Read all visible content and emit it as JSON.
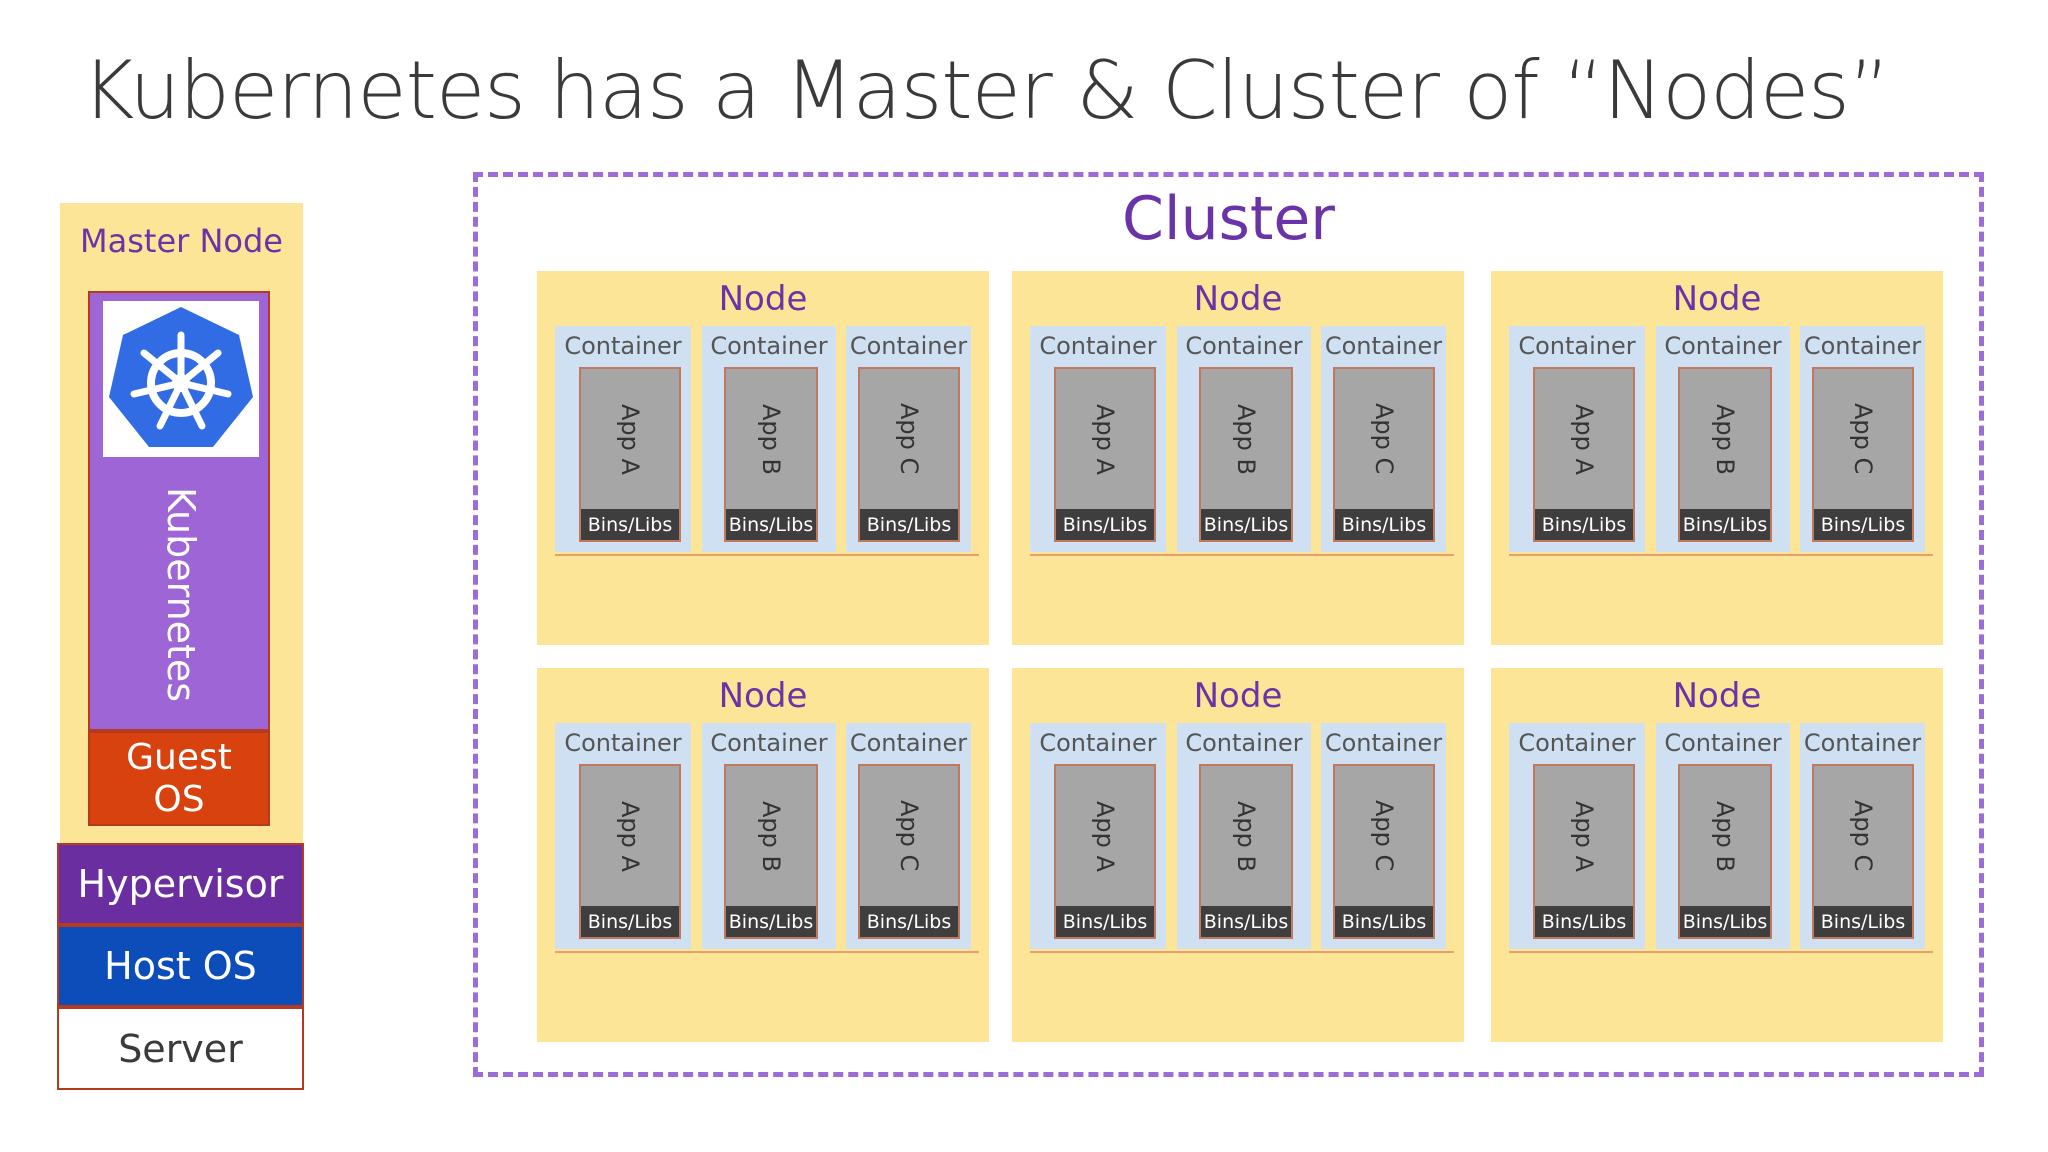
{
  "title": "Kubernetes has a Master & Cluster of “Nodes”",
  "master": {
    "label": "Master Node",
    "kubernetes_label": "Kubernetes",
    "logo_icon": "kubernetes-helm-icon",
    "guest_os": "Guest OS",
    "hypervisor": "Hypervisor",
    "host_os": "Host OS",
    "server": "Server"
  },
  "cluster": {
    "label": "Cluster",
    "nodes": [
      {
        "label": "Node",
        "containers": [
          {
            "label": "Container",
            "app": "App A",
            "libs": "Bins/Libs"
          },
          {
            "label": "Container",
            "app": "App B",
            "libs": "Bins/Libs"
          },
          {
            "label": "Container",
            "app": "App C",
            "libs": "Bins/Libs"
          }
        ]
      },
      {
        "label": "Node",
        "containers": [
          {
            "label": "Container",
            "app": "App A",
            "libs": "Bins/Libs"
          },
          {
            "label": "Container",
            "app": "App B",
            "libs": "Bins/Libs"
          },
          {
            "label": "Container",
            "app": "App C",
            "libs": "Bins/Libs"
          }
        ]
      },
      {
        "label": "Node",
        "containers": [
          {
            "label": "Container",
            "app": "App A",
            "libs": "Bins/Libs"
          },
          {
            "label": "Container",
            "app": "App B",
            "libs": "Bins/Libs"
          },
          {
            "label": "Container",
            "app": "App C",
            "libs": "Bins/Libs"
          }
        ]
      },
      {
        "label": "Node",
        "containers": [
          {
            "label": "Container",
            "app": "App A",
            "libs": "Bins/Libs"
          },
          {
            "label": "Container",
            "app": "App B",
            "libs": "Bins/Libs"
          },
          {
            "label": "Container",
            "app": "App C",
            "libs": "Bins/Libs"
          }
        ]
      },
      {
        "label": "Node",
        "containers": [
          {
            "label": "Container",
            "app": "App A",
            "libs": "Bins/Libs"
          },
          {
            "label": "Container",
            "app": "App B",
            "libs": "Bins/Libs"
          },
          {
            "label": "Container",
            "app": "App C",
            "libs": "Bins/Libs"
          }
        ]
      },
      {
        "label": "Node",
        "containers": [
          {
            "label": "Container",
            "app": "App A",
            "libs": "Bins/Libs"
          },
          {
            "label": "Container",
            "app": "App B",
            "libs": "Bins/Libs"
          },
          {
            "label": "Container",
            "app": "App C",
            "libs": "Bins/Libs"
          }
        ]
      }
    ]
  },
  "colors": {
    "node_bg": "#fde598",
    "container_bg": "#cfe0f3",
    "kubernetes": "#9d65d6",
    "guest_os": "#d8420f",
    "hypervisor": "#6a2ea0",
    "host_os": "#0d4dba",
    "cluster_border": "#9d6cd8",
    "label_purple": "#6a34a8",
    "kubernetes_logo": "#326ce5"
  }
}
